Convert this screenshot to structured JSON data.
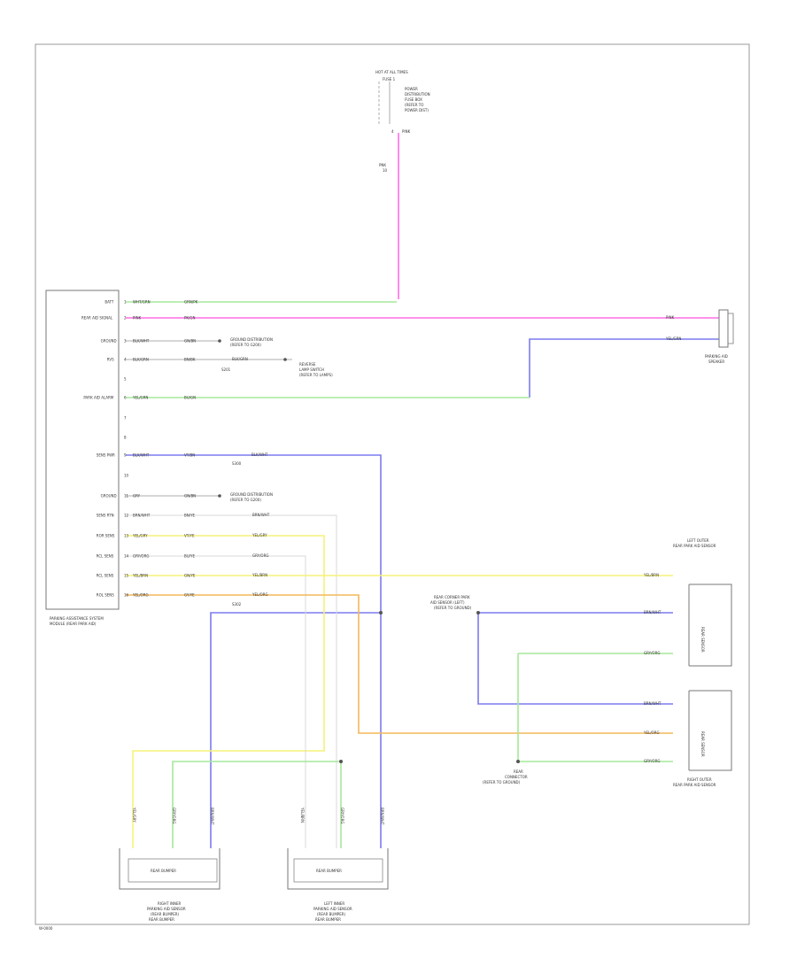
{
  "page": {
    "footer_code": "W-0000"
  },
  "colors": {
    "pink": "#ff6ee6",
    "green": "#a6e89a",
    "blue": "#7b7bf0",
    "yellow": "#f6f279",
    "orange": "#f3b85a",
    "gray": "#c8c8c8",
    "outline": "#777777"
  },
  "top_supply": {
    "title": "HOT AT ALL TIMES",
    "sub": "FUSE 1",
    "note_lines": [
      "POWER",
      "DISTRIBUTION",
      "FUSE BOX",
      "(REFER TO",
      "POWER DIST)"
    ],
    "pin": "4",
    "pin_label": "PINK",
    "wire_label_a": "PNK",
    "wire_label_b": "10"
  },
  "module": {
    "name_lines": [
      "PARKING ASSISTANCE SYSTEM",
      "MODULE (REAR PARK AID)"
    ],
    "pins": [
      {
        "no": "1",
        "label": "BATT",
        "wire": "WHT/GRN",
        "code": "GRN/PK"
      },
      {
        "no": "2",
        "label": "REAR AID SIGNAL",
        "wire": "PINK",
        "code": "PK/GN"
      },
      {
        "no": "3",
        "label": "GROUND",
        "wire": "BLK/WHT",
        "code": "GN/BN"
      },
      {
        "no": "4",
        "label": "RVS",
        "wire": "BLK/GRN",
        "code": "BN/BK"
      },
      {
        "no": "5",
        "label": "",
        "wire": "",
        "code": ""
      },
      {
        "no": "6",
        "label": "PARK AID ALARM",
        "wire": "YEL/GRN",
        "code": "BU/GN"
      },
      {
        "no": "7",
        "label": "",
        "wire": "",
        "code": ""
      },
      {
        "no": "8",
        "label": "",
        "wire": "",
        "code": ""
      },
      {
        "no": "9",
        "label": "SENS PWR",
        "wire": "BLK/WHT",
        "code": "VT/BN"
      },
      {
        "no": "10",
        "label": "",
        "wire": "",
        "code": ""
      },
      {
        "no": "11",
        "label": "GROUND",
        "wire": "GRY",
        "code": "GN/BN"
      },
      {
        "no": "12",
        "label": "SENS RTN",
        "wire": "BRN/WHT",
        "code": "BN/YE"
      },
      {
        "no": "13",
        "label": "ROR SENS",
        "wire": "YEL/GRY",
        "code": "VT/YE"
      },
      {
        "no": "14",
        "label": "RCL SENS",
        "wire": "GRY/ORG",
        "code": "BU/YE"
      },
      {
        "no": "15",
        "label": "RCL SENS",
        "wire": "YEL/BRN",
        "code": "GN/YE"
      },
      {
        "no": "16",
        "label": "ROL SENS",
        "wire": "YEL/ORG",
        "code": "GY/YE"
      }
    ]
  },
  "labels": {
    "ground_ref_a": "GROUND DISTRIBUTION",
    "ground_ref_b": "(REFER TO G200)",
    "rvs_conn": "S201",
    "rvs_target_a": "REVERSE",
    "rvs_target_b": "LAMP SWITCH",
    "rvs_target_c": "(REFER TO LAMPS)",
    "rvs_wire": "BLK/GRN",
    "sens_splice": "S300",
    "sens_wire": "BLK/WHT",
    "splice_mid": "S302",
    "speaker_name_a": "PARKING AID",
    "speaker_name_b": "SPEAKER",
    "speaker_pink": "PINK",
    "speaker_yel": "YEL/GRN",
    "wire_brn_wht": "BRN/WHT",
    "wire_yel_gry": "YEL/GRY",
    "wire_gry_org": "GRY/ORG",
    "wire_yel_brn": "YEL/BRN",
    "wire_yel_org": "YEL/ORG",
    "right_splice_a": "REAR CORNER PARK",
    "right_splice_b": "AID SENSOR (LEFT)",
    "right_splice_c": "(REFER TO GROUND)"
  },
  "sensors": {
    "left_outer_name": [
      "LEFT OUTER",
      "REAR PARK AID SENSOR"
    ],
    "right_outer_name": [
      "RIGHT OUTER",
      "REAR PARK AID SENSOR"
    ],
    "inner_label": "REAR SENSOR",
    "ground_note": [
      "REAR",
      "CONNECTOR",
      "(REFER TO GROUND)"
    ],
    "right_inner_caption": [
      "RIGHT INNER",
      "PARKING AID SENSOR",
      "(REAR BUMPER)",
      "REAR BUMPER"
    ],
    "left_inner_caption": [
      "LEFT INNER",
      "PARKING AID SENSOR",
      "(REAR BUMPER)",
      "REAR BUMPER"
    ],
    "box_label": "REAR BUMPER"
  }
}
